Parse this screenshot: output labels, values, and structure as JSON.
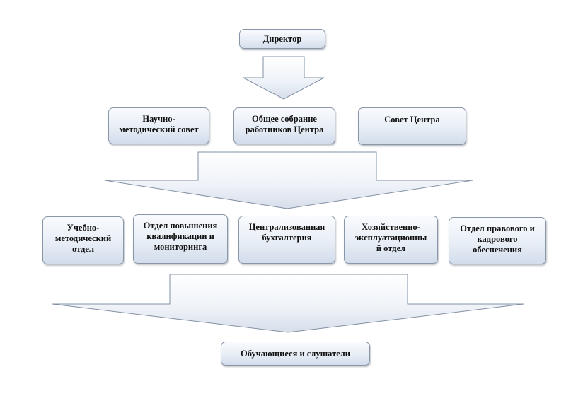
{
  "diagram": {
    "director": "Директор",
    "councils": [
      "Научно-\nметодический совет",
      "Общее собрание\nработников Центра",
      "Совет Центра"
    ],
    "departments": [
      "Учебно-\nметодический\nотдел",
      "Отдел повышения\nквалификации и\nмониторинга",
      "Централизованная\nбухгалтерия",
      "Хозяйственно-\nэксплуатационны\nй отдел",
      "Отдел правового и\nкадрового\nобеспечения"
    ],
    "students": "Обучающиеся и слушатели"
  },
  "colors": {
    "box_border": "#8a97a8",
    "box_fill_top": "#f9fbfe",
    "box_fill_bottom": "#d2dceb",
    "arrow_stroke": "#8290a3"
  }
}
